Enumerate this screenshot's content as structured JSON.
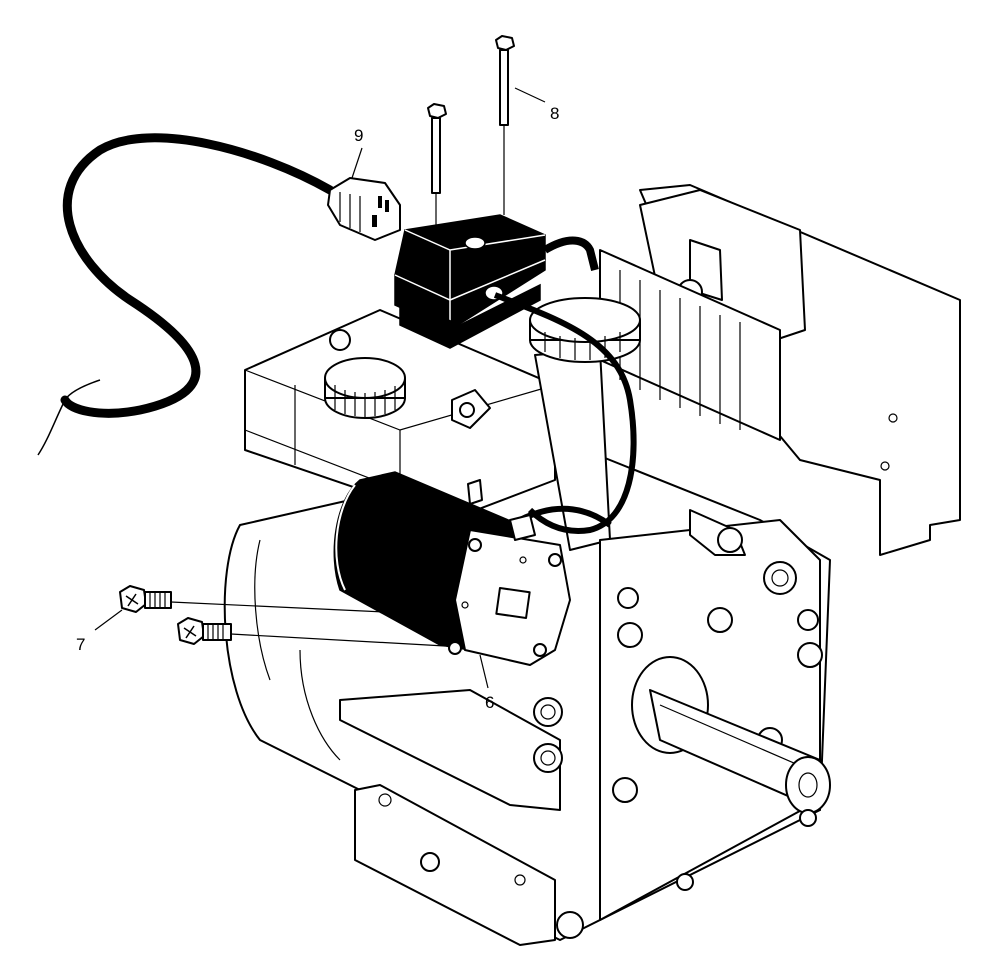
{
  "callouts": {
    "part_6": "6",
    "part_7": "7",
    "part_8": "8",
    "part_9": "9"
  },
  "colors": {
    "line": "#000000",
    "background": "#ffffff"
  }
}
